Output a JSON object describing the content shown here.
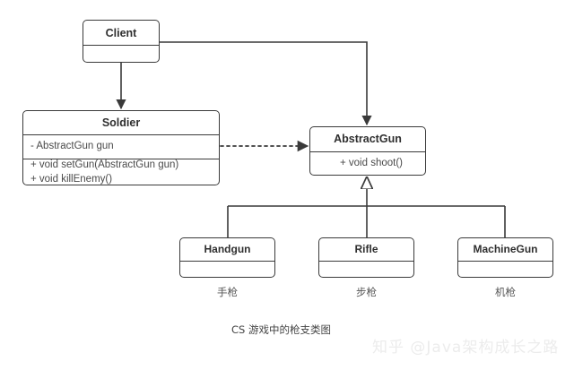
{
  "diagram": {
    "caption": "CS 游戏中的枪支类图",
    "watermark": "知乎 @Java架构成长之路",
    "line_color": "#3a3a3a",
    "text_color": "#2f2f2f",
    "member_color": "#4a4a4a",
    "background": "#ffffff"
  },
  "classes": {
    "client": {
      "name": "Client",
      "attributes": [],
      "methods": []
    },
    "soldier": {
      "name": "Soldier",
      "attributes": [
        "- AbstractGun gun"
      ],
      "methods": [
        "+ void setGun(AbstractGun gun)",
        "+ void killEnemy()"
      ]
    },
    "abstractgun": {
      "name": "AbstractGun",
      "attributes": [],
      "methods": [
        "+ void shoot()"
      ]
    },
    "handgun": {
      "name": "Handgun",
      "cn": "手枪",
      "attributes": [],
      "methods": []
    },
    "rifle": {
      "name": "Rifle",
      "cn": "步枪",
      "attributes": [],
      "methods": []
    },
    "machinegun": {
      "name": "MachineGun",
      "cn": "机枪",
      "attributes": [],
      "methods": []
    }
  },
  "relations": [
    {
      "id": "client-soldier",
      "from": "Client",
      "to": "Soldier",
      "style": "solid",
      "arrow": "open-filled"
    },
    {
      "id": "client-abstractgun",
      "from": "Client",
      "to": "AbstractGun",
      "style": "solid",
      "arrow": "open-filled"
    },
    {
      "id": "soldier-abstractgun",
      "from": "Soldier",
      "to": "AbstractGun",
      "style": "dashed",
      "arrow": "filled"
    },
    {
      "id": "handgun-abstractgun",
      "from": "Handgun",
      "to": "AbstractGun",
      "style": "solid",
      "arrow": "hollow-triangle"
    },
    {
      "id": "rifle-abstractgun",
      "from": "Rifle",
      "to": "AbstractGun",
      "style": "solid",
      "arrow": "hollow-triangle"
    },
    {
      "id": "machinegun-abstractgun",
      "from": "MachineGun",
      "to": "AbstractGun",
      "style": "solid",
      "arrow": "hollow-triangle"
    }
  ]
}
